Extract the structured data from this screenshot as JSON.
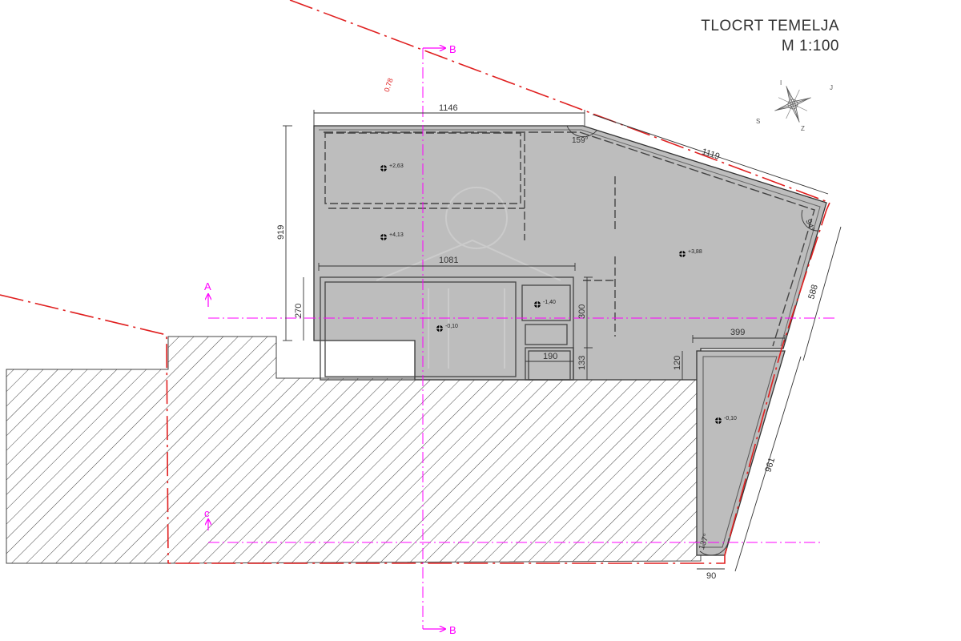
{
  "title": "TLOCRT TEMELJA",
  "scale": "M 1:100",
  "colors": {
    "floor": "#bdbdbd",
    "boundary": "#e02020",
    "section": "#ff00ff",
    "line": "#333333",
    "hatch": "#444444"
  },
  "sections": {
    "a": "A",
    "b": "B",
    "c": "c"
  },
  "dimensions": {
    "d1146": "1146",
    "d1119": "1119",
    "d919": "919",
    "d1081": "1081",
    "d270": "270",
    "d300": "300",
    "d133": "133",
    "d190": "190",
    "d399": "399",
    "d120": "120",
    "d588": "588",
    "d961": "961",
    "d90": "90",
    "d078": "0.78"
  },
  "angles": {
    "a159": "159°",
    "a94": "94°",
    "a137": "137°"
  },
  "levels": {
    "l263": "+2,63",
    "l413": "+4,13",
    "l388": "+3,88",
    "lm140": "-1,40",
    "lm010a": "-0,10",
    "lm010b": "-0,10"
  },
  "compass": {
    "s": "S",
    "j": "J",
    "i": "I",
    "z": "Z"
  }
}
